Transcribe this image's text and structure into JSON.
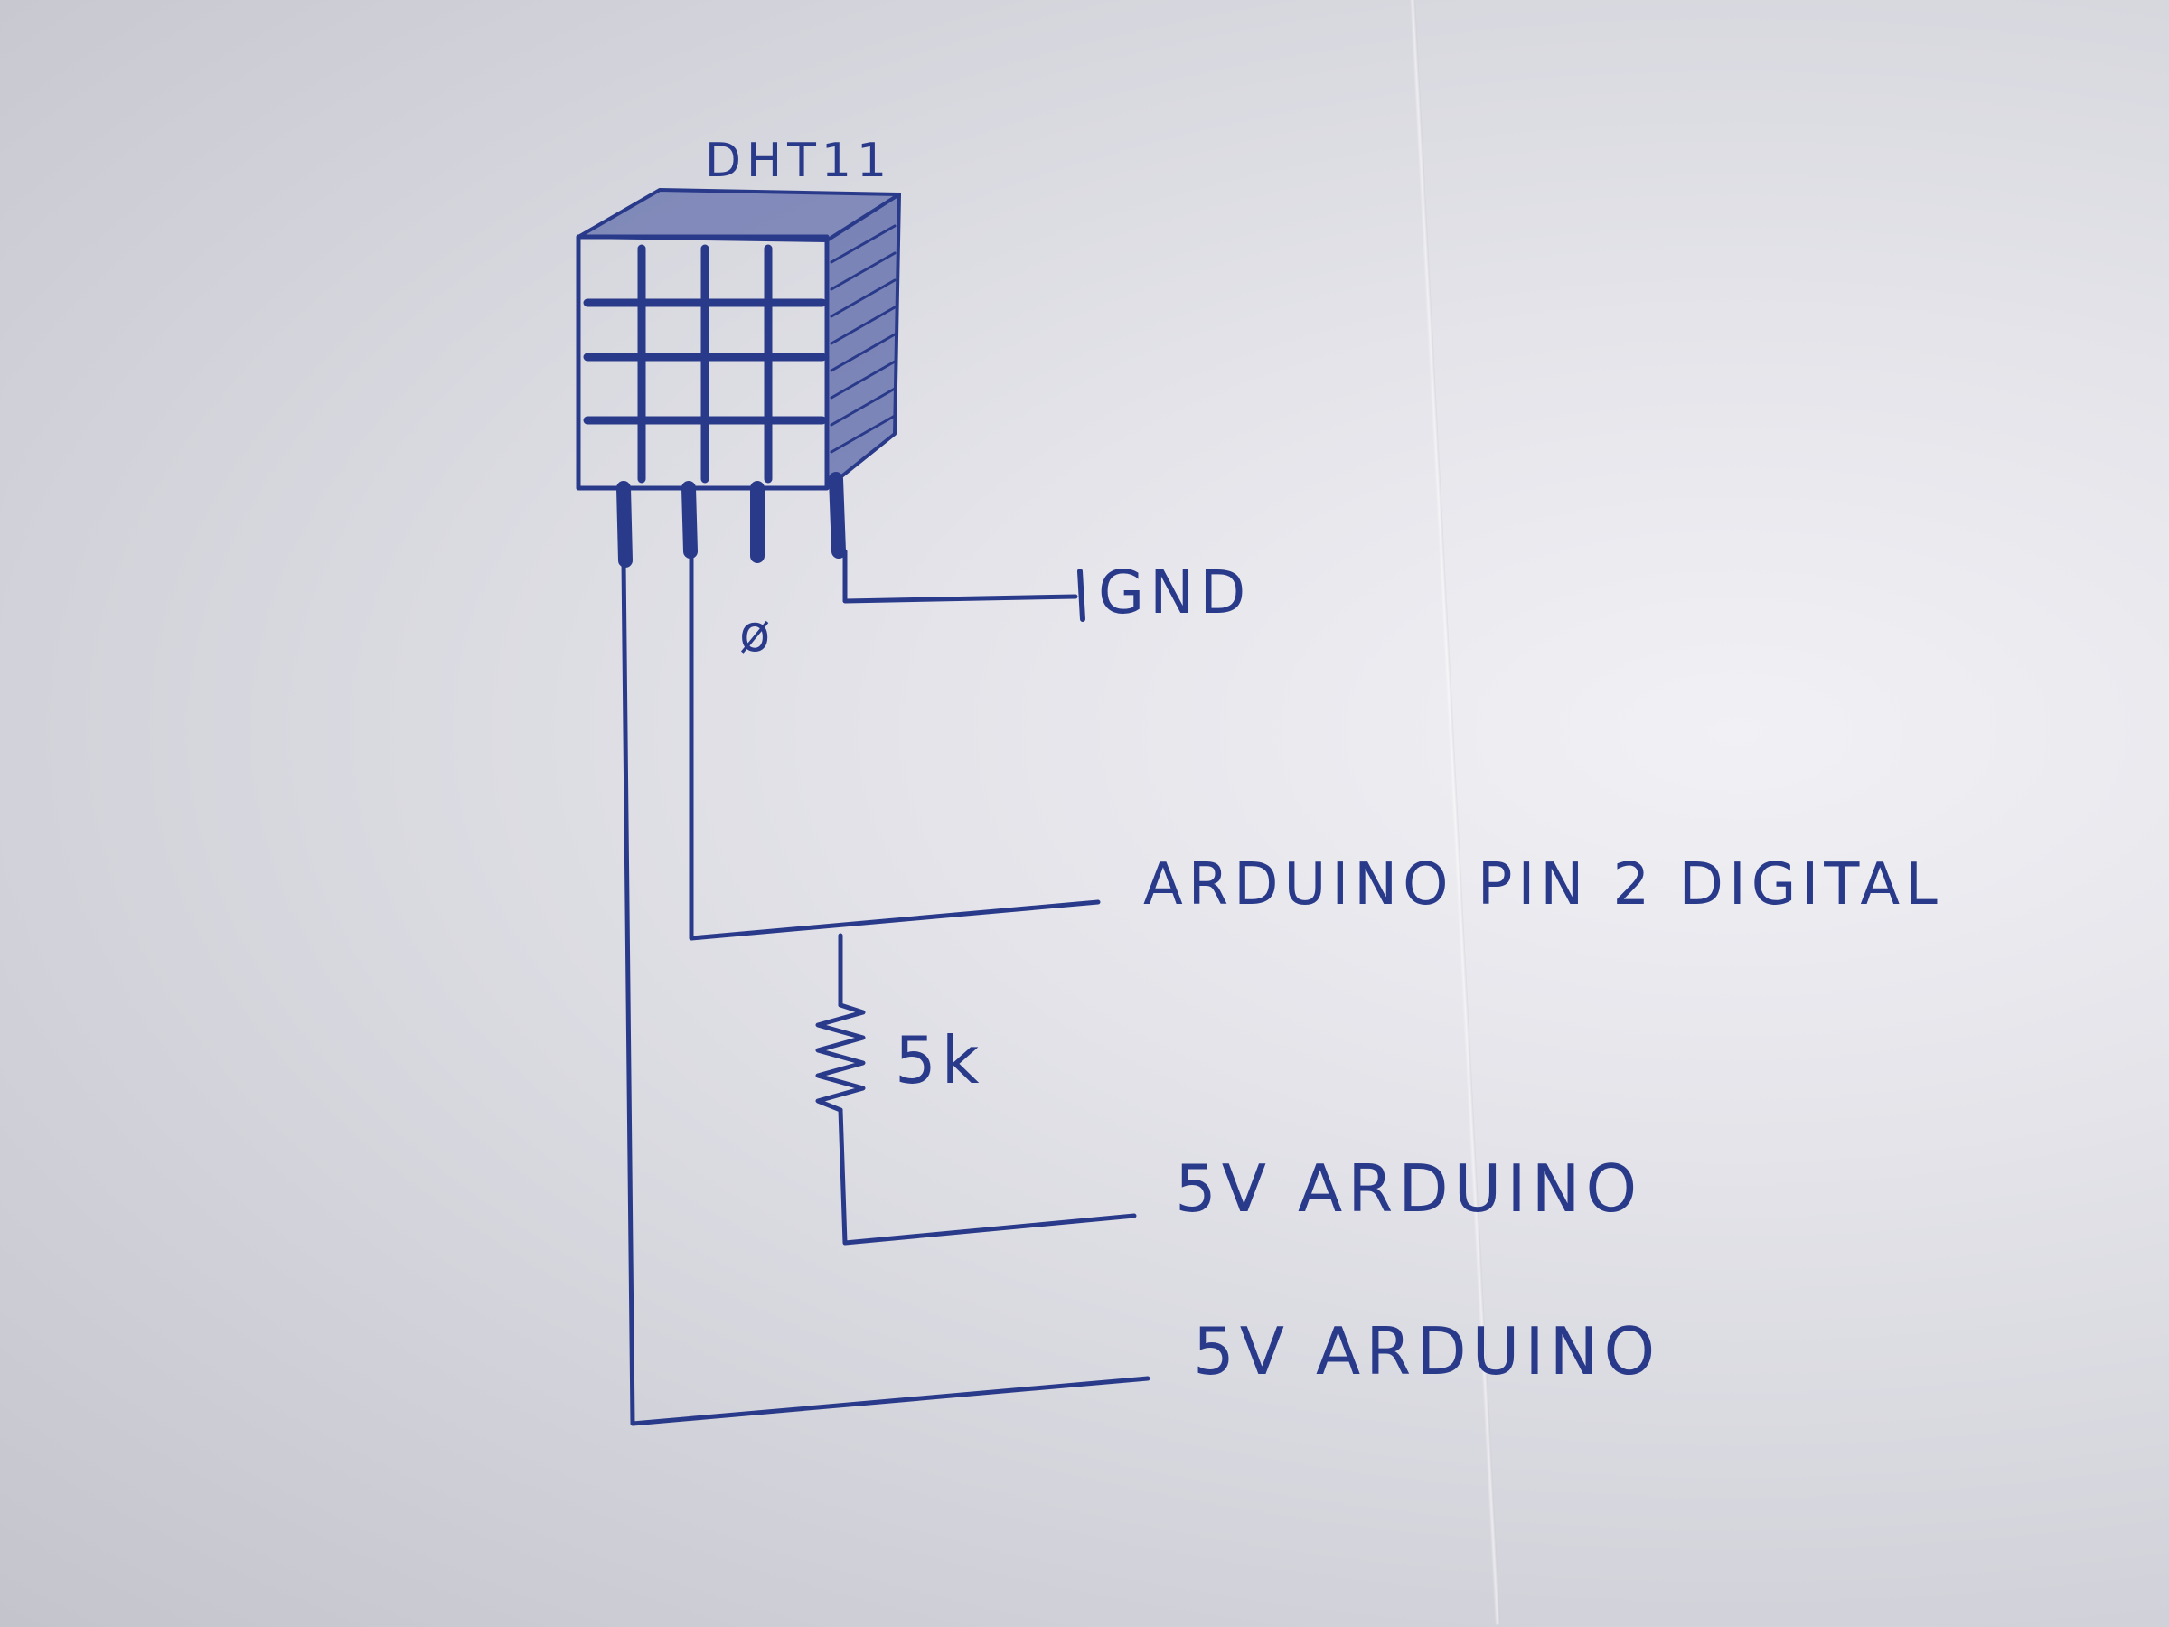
{
  "sensor": {
    "label": "DHT11"
  },
  "pins": {
    "pin3_mark": "ø"
  },
  "resistor": {
    "label": "5k"
  },
  "connections": {
    "gnd": "GND",
    "data": "ARDUINO PIN 2 DIGITAL",
    "pullup_supply": "5V ARDUINO",
    "vcc_supply": "5V ARDUINO"
  },
  "colors": {
    "ink": "#2a3a8a",
    "paper": "#e2e2e8"
  }
}
